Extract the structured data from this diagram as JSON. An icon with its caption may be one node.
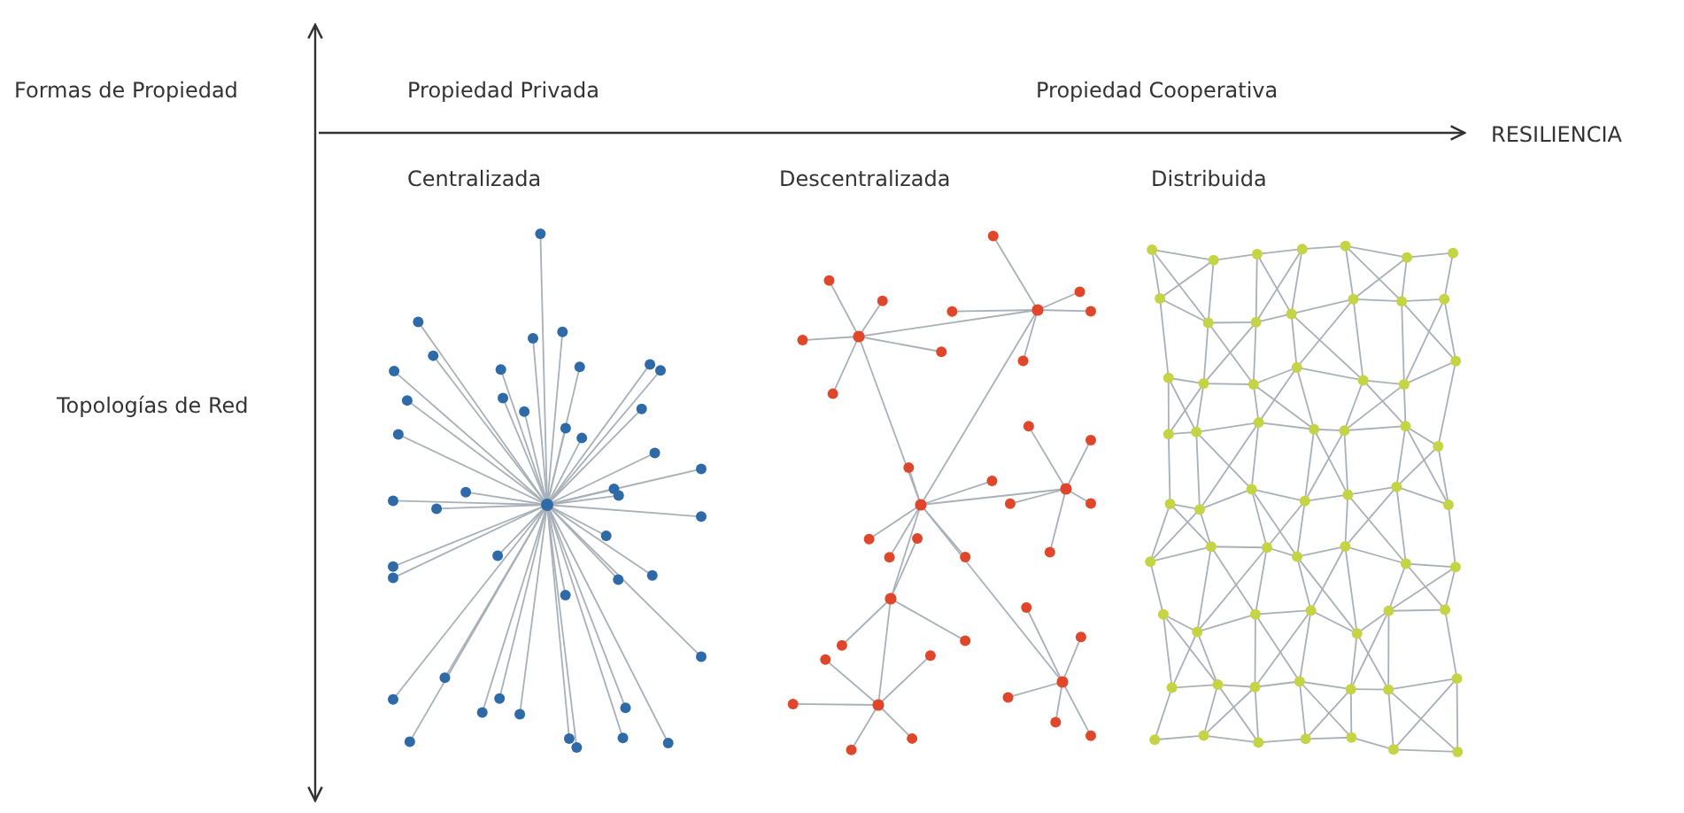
{
  "diagram": {
    "labels": [
      "Formas de Propiedad",
      "Propiedad Privada",
      "Propiedad Cooperativa",
      "RESILIENCIA",
      "Centralizada",
      "Descentralizada",
      "Distribuida",
      "Topologías de Red"
    ]
  }
}
